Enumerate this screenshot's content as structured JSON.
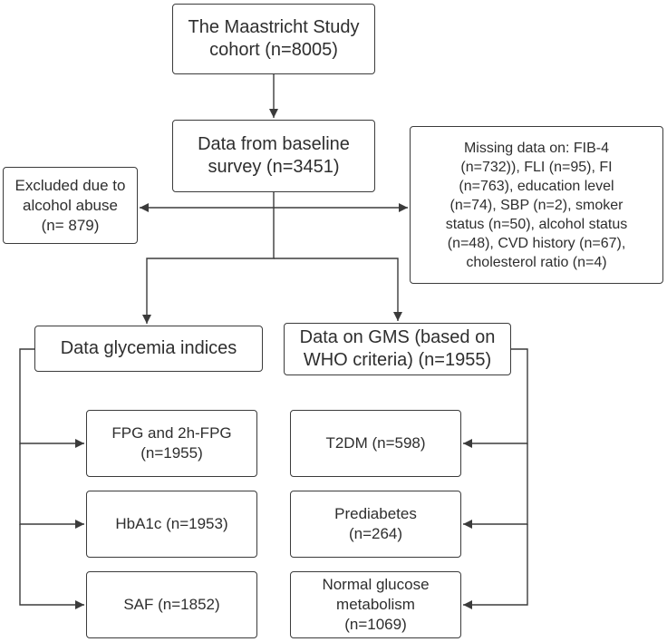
{
  "nodes": {
    "cohort": "The Maastricht Study\ncohort (n=8005)",
    "baseline": "Data from baseline\nsurvey (n=3451)",
    "excluded": "Excluded due to\nalcohol abuse\n(n= 879)",
    "missing": "Missing data on: FIB-4\n(n=732)), FLI (n=95), FI\n(n=763), education level\n(n=74), SBP (n=2), smoker\nstatus (n=50), alcohol status\n(n=48), CVD history (n=67),\ncholesterol ratio (n=4)",
    "glycemia": "Data glycemia indices",
    "gms": "Data on GMS (based on\nWHO criteria) (n=1955)",
    "fpg": "FPG and 2h-FPG\n(n=1955)",
    "hba1c": "HbA1c (n=1953)",
    "saf": "SAF (n=1852)",
    "t2dm": "T2DM (n=598)",
    "prediabetes": "Prediabetes\n(n=264)",
    "normal": "Normal glucose\nmetabolism\n(n=1069)"
  },
  "edges": [
    {
      "from": "cohort",
      "to": "baseline"
    },
    {
      "from": "baseline",
      "to": "excluded"
    },
    {
      "from": "baseline",
      "to": "missing"
    },
    {
      "from": "baseline",
      "to": "glycemia"
    },
    {
      "from": "baseline",
      "to": "gms"
    },
    {
      "from": "glycemia",
      "to": "fpg"
    },
    {
      "from": "glycemia",
      "to": "hba1c"
    },
    {
      "from": "glycemia",
      "to": "saf"
    },
    {
      "from": "gms",
      "to": "t2dm"
    },
    {
      "from": "gms",
      "to": "prediabetes"
    },
    {
      "from": "gms",
      "to": "normal"
    }
  ]
}
